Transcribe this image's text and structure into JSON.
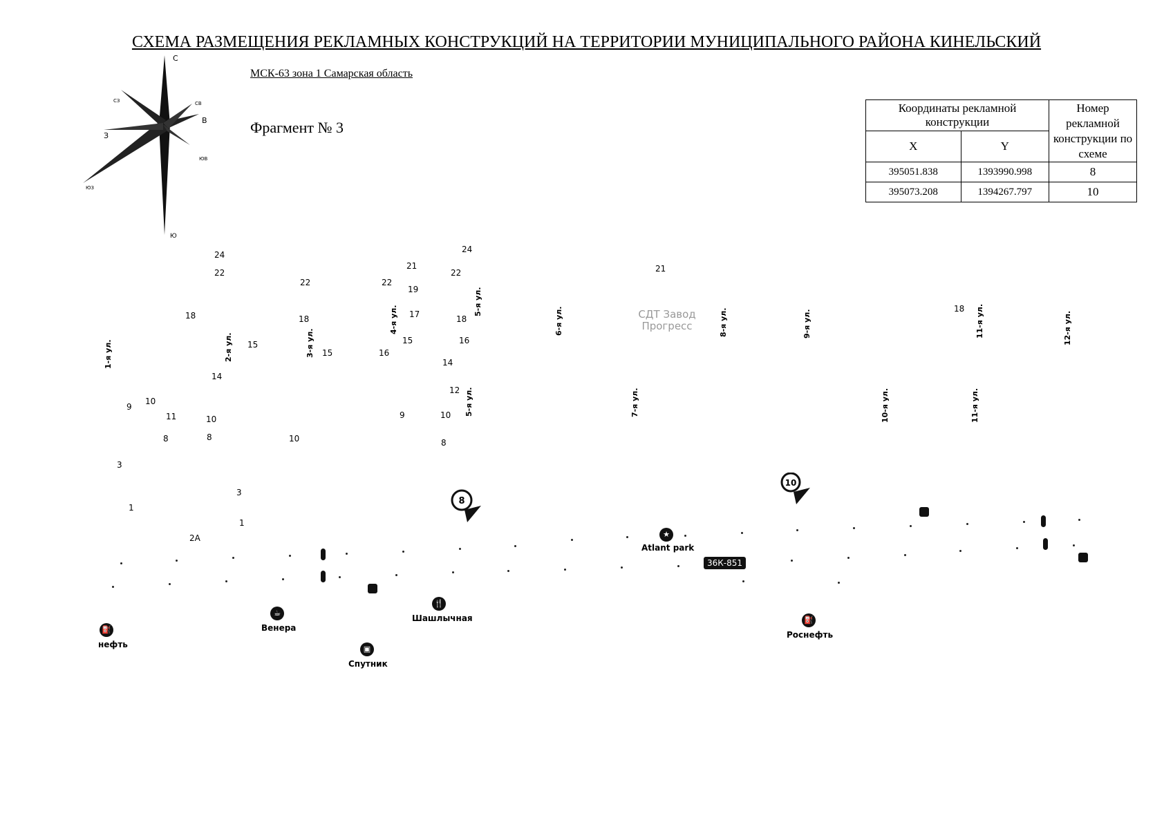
{
  "header": {
    "title": "СХЕМА РАЗМЕЩЕНИЯ РЕКЛАМНЫХ КОНСТРУКЦИЙ НА ТЕРРИТОРИИ МУНИЦИПАЛЬНОГО РАЙОНА КИНЕЛЬСКИЙ",
    "subtitle": "МСК-63 зона 1 Самарская область",
    "fragment": "Фрагмент № 3"
  },
  "compass": {
    "n": "С",
    "ne": "СВ",
    "e": "В",
    "se": "ЮВ",
    "s": "Ю",
    "sw": "ЮЗ",
    "w": "З",
    "nw": "СЗ"
  },
  "table": {
    "coord_header": "Координаты рекламной конструкции",
    "x_header": "X",
    "y_header": "Y",
    "num_header": "Номер рекламной конструкции по схеме",
    "rows": [
      {
        "x": "395051.838",
        "y": "1393990.998",
        "num": "8"
      },
      {
        "x": "395073.208",
        "y": "1394267.797",
        "num": "10"
      }
    ]
  },
  "map": {
    "streets": [
      "1-я ул.",
      "2-я ул.",
      "3-я ул.",
      "4-я ул.",
      "5-я ул.",
      "6-я ул.",
      "8-я ул.",
      "9-я ул.",
      "11-я ул.",
      "12-я ул.",
      "5-я ул.",
      "7-я ул.",
      "10-я ул.",
      "11-я ул."
    ],
    "house_numbers": [
      "24",
      "22",
      "22",
      "22",
      "21",
      "19",
      "24",
      "22",
      "21",
      "18",
      "18",
      "17",
      "18",
      "15",
      "15",
      "16",
      "15",
      "16",
      "14",
      "14",
      "12",
      "10",
      "9",
      "11",
      "10",
      "9",
      "10",
      "8",
      "8",
      "10",
      "8",
      "3",
      "3",
      "1",
      "1",
      "2А",
      "18"
    ],
    "snt": "СДТ Завод Прогресс",
    "road": "36К-851",
    "markers": [
      "8",
      "10"
    ],
    "pois": {
      "atlant": "Atlant park",
      "venera": "Венера",
      "shashlik": "Шашлычная",
      "sputnik": "Спутник",
      "rosneft": "Роснефть",
      "rosneft_left": "нефть"
    }
  }
}
